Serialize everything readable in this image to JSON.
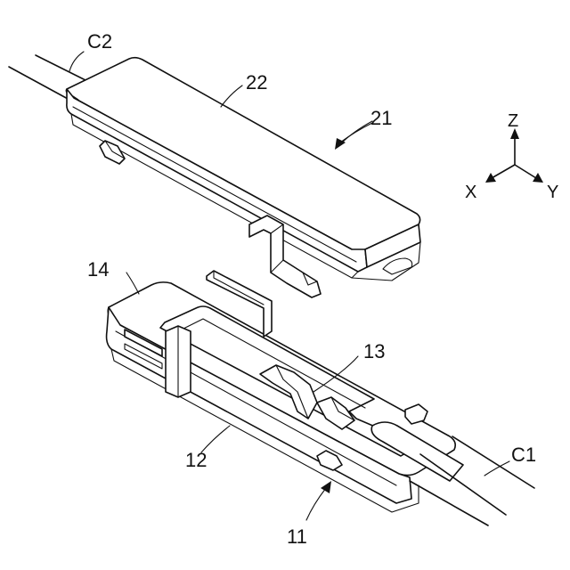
{
  "labels": {
    "c2": "C2",
    "n22": "22",
    "n21": "21",
    "n14": "14",
    "n13": "13",
    "n12": "12",
    "n11": "11",
    "c1": "C1"
  },
  "axes": {
    "z": "Z",
    "x": "X",
    "y": "Y"
  }
}
